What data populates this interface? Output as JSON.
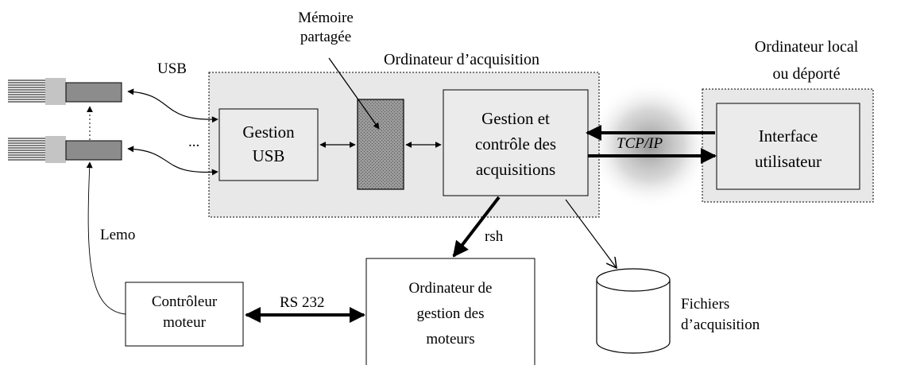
{
  "labels": {
    "usb": "USB",
    "memoire_line1": "Mémoire",
    "memoire_line2": "partagée",
    "ordinateur_acquisition": "Ordinateur d’acquisition",
    "ordinateur_local_line1": "Ordinateur local",
    "ordinateur_local_line2": "ou déporté",
    "ellipsis": "...",
    "lemo": "Lemo",
    "tcpip": "TCP/IP",
    "rsh": "rsh",
    "rs232": "RS 232",
    "fichiers_line1": "Fichiers",
    "fichiers_line2": "d’acquisition"
  },
  "boxes": {
    "gestion_usb_line1": "Gestion",
    "gestion_usb_line2": "USB",
    "gestion_controle_line1": "Gestion et",
    "gestion_controle_line2": "contrôle des",
    "gestion_controle_line3": "acquisitions",
    "interface_line1": "Interface",
    "interface_line2": "utilisateur",
    "controleur_line1": "Contrôleur",
    "controleur_line2": "moteur",
    "ordinateur_gestion_line1": "Ordinateur de",
    "ordinateur_gestion_line2": "gestion des",
    "ordinateur_gestion_line3": "moteurs"
  },
  "colors": {
    "region_fill": "#e8e8e8",
    "box_fill": "#ebebeb",
    "detector_body": "#8c8c8c",
    "detector_connector": "#c4c4c4",
    "shared_memory": "#8a8a8a",
    "stroke": "#000000",
    "halo": "#909090"
  }
}
